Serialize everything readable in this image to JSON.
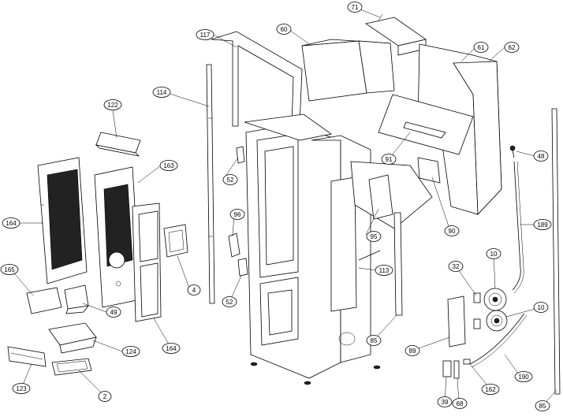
{
  "diagram": {
    "callouts": [
      {
        "id": "c71",
        "label": "71"
      },
      {
        "id": "c117",
        "label": "117"
      },
      {
        "id": "c60",
        "label": "60"
      },
      {
        "id": "c61",
        "label": "61"
      },
      {
        "id": "c62",
        "label": "62"
      },
      {
        "id": "c114",
        "label": "114"
      },
      {
        "id": "c122",
        "label": "122"
      },
      {
        "id": "c163",
        "label": "163"
      },
      {
        "id": "c48",
        "label": "48"
      },
      {
        "id": "c91",
        "label": "91"
      },
      {
        "id": "c52a",
        "label": "52"
      },
      {
        "id": "c164a",
        "label": "164"
      },
      {
        "id": "c96",
        "label": "96"
      },
      {
        "id": "c95",
        "label": "95"
      },
      {
        "id": "c90",
        "label": "90"
      },
      {
        "id": "c189",
        "label": "189"
      },
      {
        "id": "c4",
        "label": "4"
      },
      {
        "id": "c165",
        "label": "165"
      },
      {
        "id": "c10a",
        "label": "10"
      },
      {
        "id": "c32",
        "label": "32"
      },
      {
        "id": "c113",
        "label": "113"
      },
      {
        "id": "c52b",
        "label": "52"
      },
      {
        "id": "c49",
        "label": "49"
      },
      {
        "id": "c10b",
        "label": "10"
      },
      {
        "id": "c85a",
        "label": "85"
      },
      {
        "id": "c124",
        "label": "124"
      },
      {
        "id": "c164b",
        "label": "164"
      },
      {
        "id": "c89",
        "label": "89"
      },
      {
        "id": "c190",
        "label": "190"
      },
      {
        "id": "c123",
        "label": "123"
      },
      {
        "id": "c2",
        "label": "2"
      },
      {
        "id": "c39",
        "label": "39"
      },
      {
        "id": "c68",
        "label": "68"
      },
      {
        "id": "c162",
        "label": "162"
      },
      {
        "id": "c85b",
        "label": "85"
      }
    ]
  }
}
